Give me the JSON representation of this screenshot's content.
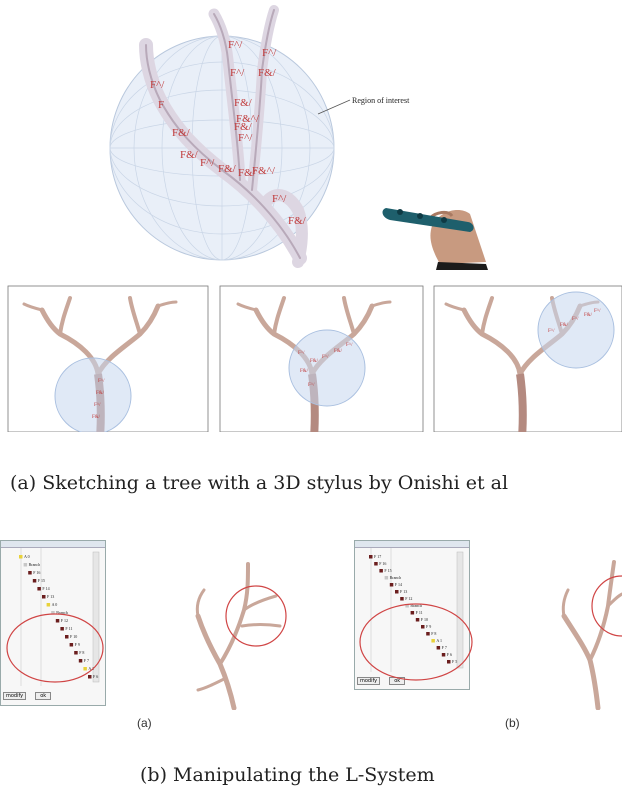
{
  "top_figure": {
    "annotation": "Region of interest",
    "symbols": [
      "F^/",
      "F^/",
      "F&/",
      "F^/",
      "F",
      "F&/",
      "F^/",
      "F&^/",
      "F&/",
      "F^/",
      "F&/",
      "F&/",
      "F^/",
      "F&/",
      "F&/",
      "F&^/",
      "F^/",
      "F&/"
    ]
  },
  "caption_a": "(a) Sketching a tree with a 3D stylus by Onishi et al",
  "lsys_figure": {
    "window_buttons": [
      "modify",
      "ok"
    ],
    "sublabels": [
      "(a)",
      "(b)"
    ],
    "rows_a": [
      "A 0",
      "Branch",
      "F 16",
      "F 15",
      "F 14",
      "F 13",
      "A 0",
      "Branch",
      "F 12",
      "F 11",
      "F 10",
      "F 9",
      "F 8",
      "F 7",
      "A 2",
      "F 6"
    ],
    "rows_b": [
      "F 17",
      "F 16",
      "F 15",
      "Branch",
      "F 14",
      "F 13",
      "F 12",
      "Branch",
      "F 11",
      "F 10",
      "F 9",
      "F 8",
      "A 1",
      "F 7",
      "F 6",
      "F 5"
    ]
  },
  "caption_b": "(b) Manipulating the L-System"
}
